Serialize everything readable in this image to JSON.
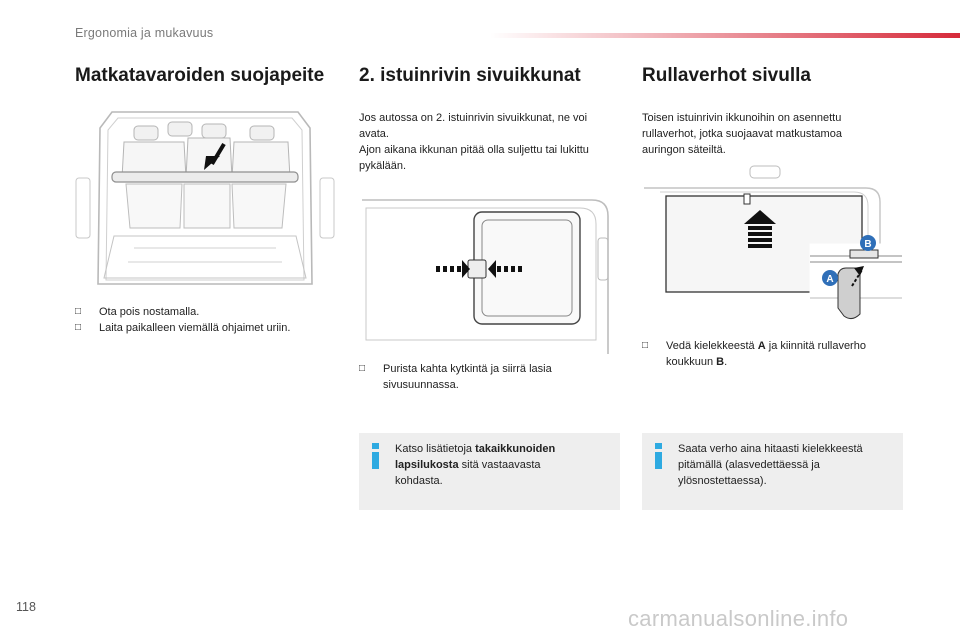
{
  "header": {
    "title": "Ergonomia ja mukavuus"
  },
  "page_number": "118",
  "watermark": "carmanualsonline.info",
  "columns": [
    {
      "title": "Matkatavaroiden suojapeite",
      "bullets": [
        "Ota pois nostamalla.",
        "Laita paikalleen viemällä ohjaimet uriin."
      ]
    },
    {
      "title": "2. istuinrivin sivuikkunat",
      "intro": [
        "Jos autossa on 2. istuinrivin sivuikkunat, ne voi",
        "avata.",
        "Ajon aikana ikkunan pitää olla suljettu tai lukittu",
        "pykälään."
      ],
      "bullets": [
        [
          "Purista kahta kytkintä ja siirrä lasia",
          "sivusuunnassa."
        ]
      ],
      "info": {
        "line1_prefix": "Katso lisätietoja ",
        "line1_bold": "takaikkunoiden",
        "line2_bold": "lapsilukosta",
        "line2_suffix": " sitä vastaavasta",
        "line3": "kohdasta."
      }
    },
    {
      "title": "Rullaverhot sivulla",
      "intro": [
        "Toisen istuinrivin ikkunoihin on asennettu",
        "rullaverhot, jotka suojaavat matkustamoa",
        "auringon säteiltä."
      ],
      "bullet": {
        "line1_prefix": "Vedä kielekkeestä ",
        "label_a": "A",
        "line1_suffix": " ja kiinnitä rullaverho",
        "line2_prefix": "koukkuun ",
        "label_b": "B",
        "line2_suffix": "."
      },
      "info": [
        "Saata verho aina hitaasti kielekkeestä",
        "pitämällä (alasvedettäessä ja",
        "ylösnostettaessa)."
      ],
      "callouts": {
        "a": "A",
        "b": "B"
      }
    }
  ],
  "icons": {
    "bullet": "check-box-icon",
    "info": "info-icon"
  },
  "colors": {
    "accent_red": "#d62a3a",
    "info_blue": "#2eaae1",
    "callout_blue": "#2f6fb8",
    "info_bg": "#eeeeee"
  }
}
